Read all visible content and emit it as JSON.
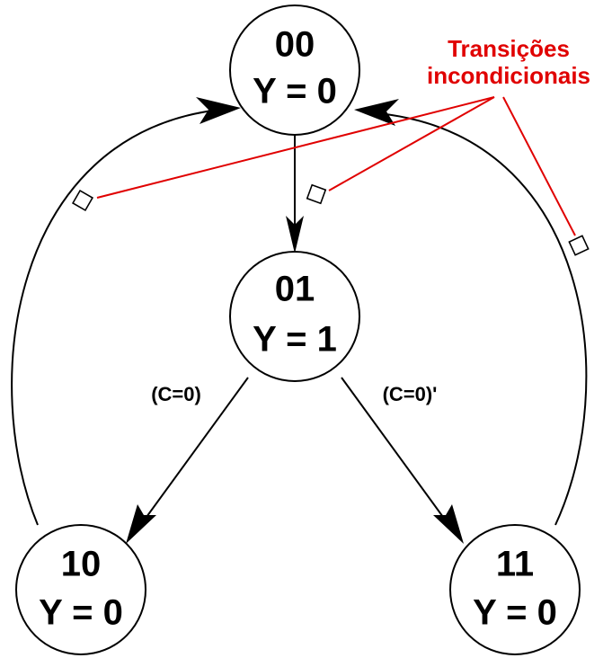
{
  "states": [
    {
      "id": "00",
      "code": "00",
      "output": "Y = 0"
    },
    {
      "id": "01",
      "code": "01",
      "output": "Y = 1"
    },
    {
      "id": "10",
      "code": "10",
      "output": "Y = 0"
    },
    {
      "id": "11",
      "code": "11",
      "output": "Y = 0"
    }
  ],
  "transitions": [
    {
      "from": "00",
      "to": "01",
      "label": ""
    },
    {
      "from": "01",
      "to": "10",
      "label": "(C=0)"
    },
    {
      "from": "01",
      "to": "11",
      "label": "(C=0)'"
    },
    {
      "from": "10",
      "to": "00",
      "label": ""
    },
    {
      "from": "11",
      "to": "00",
      "label": ""
    }
  ],
  "annotation": {
    "line1": "Transições",
    "line2": "incondicionais",
    "color": "#e00000"
  }
}
